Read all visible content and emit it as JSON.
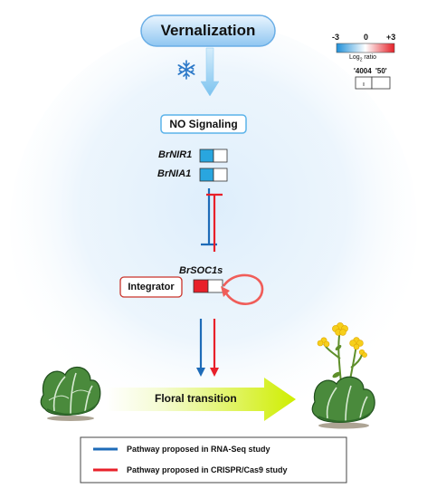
{
  "colors": {
    "rna_seq": "#1e6bb8",
    "crispr": "#e8202a",
    "induced": "#29a6df",
    "repressed": "#e8202a",
    "vernal_box_top": "#cfe8fb",
    "vernal_box_bottom": "#8cc4f0",
    "glow": "#dbeefb",
    "arrow_gradient_start": "#ffffff",
    "arrow_gradient_end": "#d8f000",
    "flower": "#f6cf1b",
    "leaf": "#3d7a33"
  },
  "icons": {
    "snowflake": "snowflake-icon",
    "feedback": "circular-feedback-arrow-icon",
    "cabbage": "cabbage-icon",
    "flowering_plant": "flowering-cabbage-icon"
  },
  "top": {
    "vernalization": "Vernalization"
  },
  "scale": {
    "min": "-3",
    "mid": "0",
    "max": "+3",
    "caption_prefix": "Log",
    "caption_sub": "2",
    "caption_suffix": " ratio",
    "col1": "'4004",
    "col2": "'50'"
  },
  "signaling": {
    "title": "NO Signaling"
  },
  "genes": [
    {
      "name": "BrNIR1",
      "cell1": "induced",
      "cell2": "none"
    },
    {
      "name": "BrNIA1",
      "cell1": "induced",
      "cell2": "none"
    },
    {
      "name": "BrSOC1s",
      "cell1": "repressed",
      "cell2": "none"
    }
  ],
  "integrator": {
    "label": "Integrator"
  },
  "transition": {
    "label": "Floral transition"
  },
  "legend": {
    "items": [
      {
        "label": "Pathway proposed in RNA-Seq study",
        "color": "#1e6bb8"
      },
      {
        "label": "Pathway proposed in CRISPR/Cas9 study",
        "color": "#e8202a"
      }
    ]
  }
}
